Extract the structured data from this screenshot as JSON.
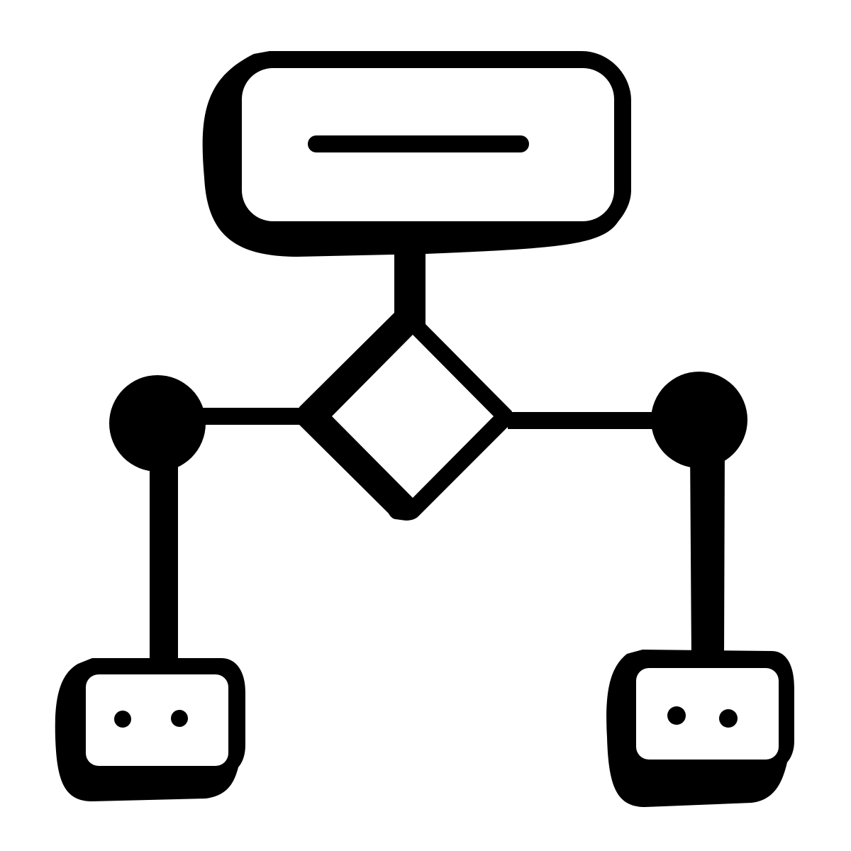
{
  "diagram": {
    "icon_name": "flowchart-icon",
    "style": "hand-drawn glyph",
    "colors": {
      "ink": "#000000",
      "paper": "#ffffff"
    },
    "nodes": [
      {
        "id": "top",
        "shape": "rounded-rectangle",
        "icon": "text-line"
      },
      {
        "id": "decision",
        "shape": "diamond"
      },
      {
        "id": "left-junction",
        "shape": "filled-circle"
      },
      {
        "id": "right-junction",
        "shape": "filled-circle"
      },
      {
        "id": "bottom-left",
        "shape": "rounded-rectangle",
        "icon": "two-dots"
      },
      {
        "id": "bottom-right",
        "shape": "rounded-rectangle",
        "icon": "two-dots"
      }
    ],
    "edges": [
      {
        "from": "top",
        "to": "decision"
      },
      {
        "from": "decision",
        "to": "left-junction"
      },
      {
        "from": "decision",
        "to": "right-junction"
      },
      {
        "from": "left-junction",
        "to": "bottom-left"
      },
      {
        "from": "right-junction",
        "to": "bottom-right"
      }
    ]
  }
}
